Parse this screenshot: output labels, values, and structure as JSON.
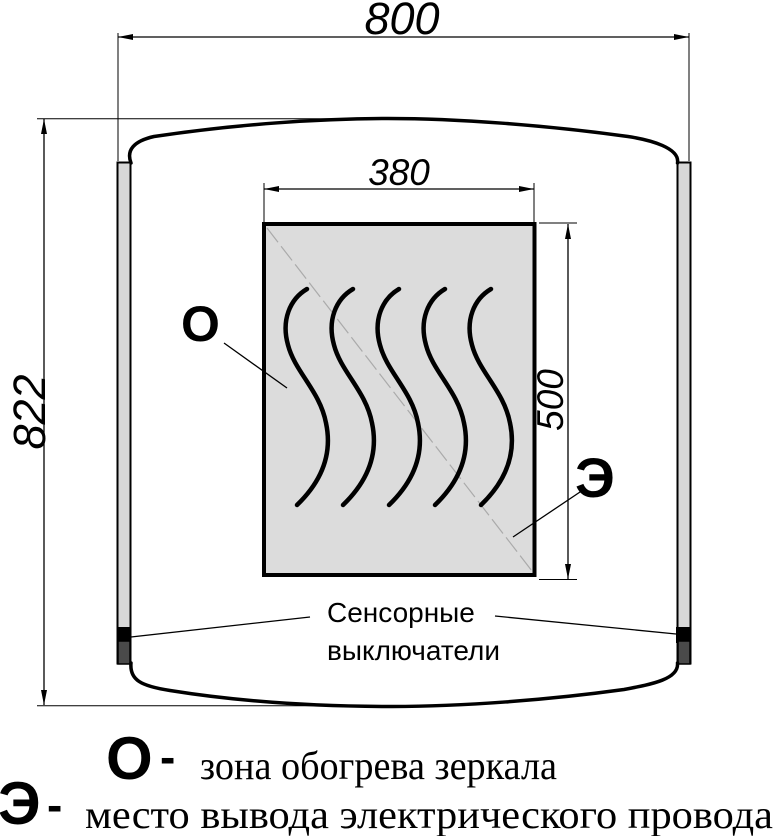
{
  "drawing": {
    "dimensions": {
      "overall_width": "800",
      "overall_height": "822",
      "zone_width": "380",
      "zone_height": "500"
    },
    "callouts": {
      "heat_zone_letter": "О",
      "wire_outlet_letter": "Э",
      "sensor_line1": "Сенсорные",
      "sensor_line2": "выключатели"
    },
    "legend": {
      "heat": {
        "symbol": "О",
        "dash": "-",
        "text": "зона обогрева зеркала"
      },
      "wire": {
        "symbol": "Э",
        "dash": "-",
        "text": "место вывода электрического провода"
      }
    },
    "colors": {
      "line": "#000000",
      "background": "#ffffff",
      "zone_fill": "#dcdcdc",
      "strip_fill": "#d8d8d8",
      "switch_dark": "#000000",
      "switch_gray": "#4a4a4a",
      "diagonal_line": "#aaaaaa"
    },
    "heating_zone": {
      "wave_count": 5
    }
  }
}
